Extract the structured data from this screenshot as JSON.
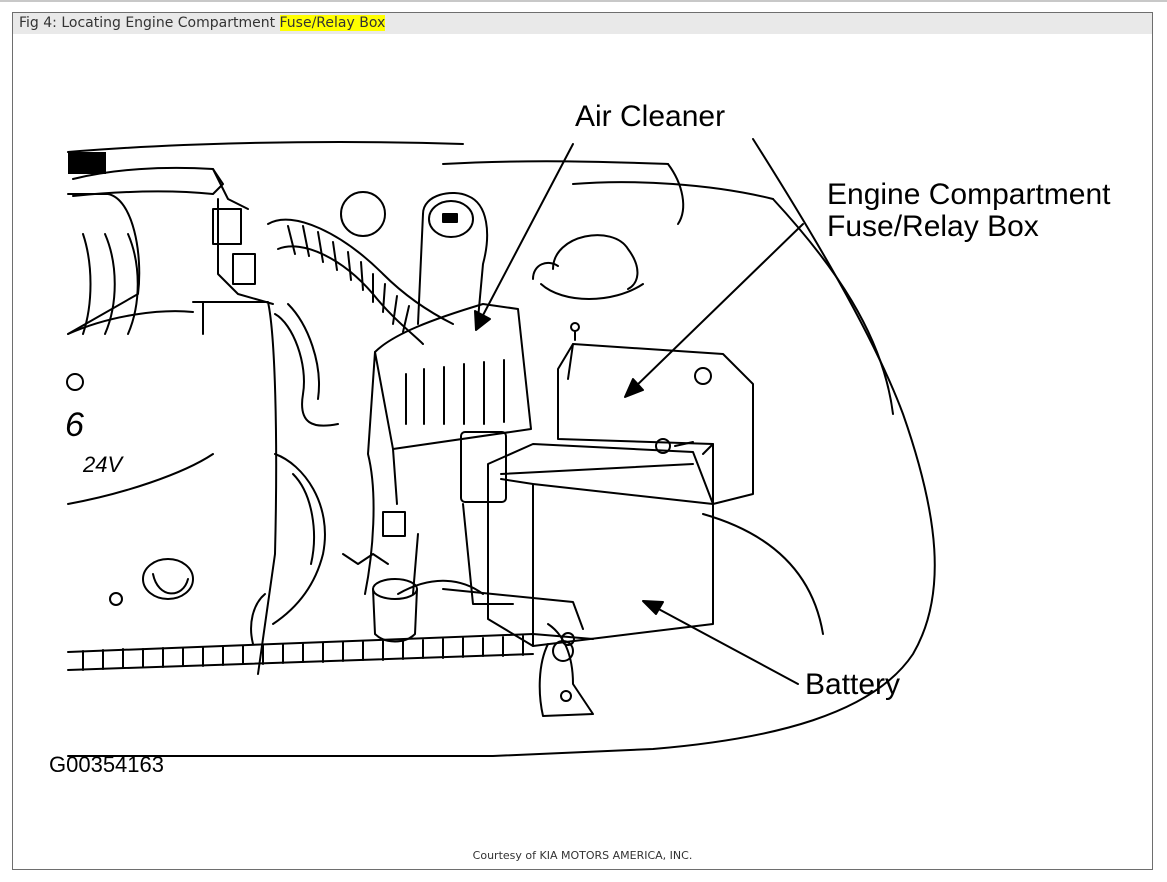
{
  "figure": {
    "caption_prefix": "Fig 4: Locating Engine Compartment ",
    "caption_highlight": "Fuse/Relay Box",
    "highlight_color": "#ffff00"
  },
  "callouts": {
    "air_cleaner": "Air Cleaner",
    "fuse_box_line1": "Engine Compartment",
    "fuse_box_line2": "Fuse/Relay Box",
    "battery": "Battery"
  },
  "engine_markings": {
    "digit": "6",
    "voltage": "24V"
  },
  "image_code": "G00354163",
  "credit": "Courtesy of KIA MOTORS AMERICA, INC."
}
